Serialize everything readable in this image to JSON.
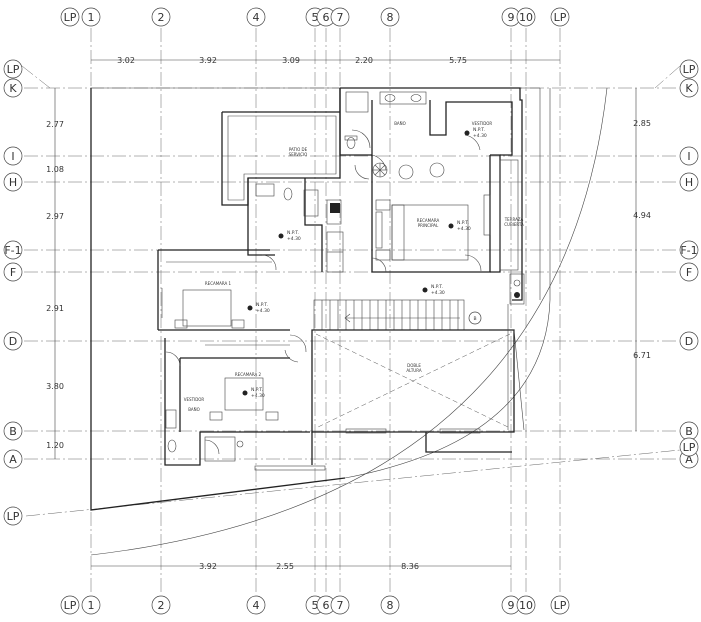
{
  "grid_top": [
    "LP",
    "1",
    "2",
    "4",
    "5",
    "6",
    "7",
    "8",
    "9",
    "10",
    "LP"
  ],
  "grid_bottom": [
    "LP",
    "1",
    "2",
    "4",
    "5",
    "6",
    "7",
    "8",
    "9",
    "10",
    "LP"
  ],
  "grid_left": [
    "LP",
    "K",
    "I",
    "H",
    "F-1",
    "F",
    "D",
    "B",
    "A",
    "LP"
  ],
  "grid_right": [
    "LP",
    "K",
    "I",
    "H",
    "F-1",
    "F",
    "D",
    "B",
    "A",
    "LP"
  ],
  "dims_top": [
    "3.02",
    "3.92",
    "3.09",
    "2.20",
    "5.75"
  ],
  "dims_bottom": [
    "3.92",
    "2.55",
    "8.36"
  ],
  "dims_left": [
    "2.77",
    "1.08",
    "2.97",
    "2.91",
    "3.80",
    "1.20"
  ],
  "dims_right": [
    "2.85",
    "4.94",
    "6.71"
  ],
  "rooms": {
    "patio_servicio": [
      "PATIO DE",
      "SERVICIO"
    ],
    "bano_top": "BAÑO",
    "vestidor_top": "VESTIDOR",
    "recamara_principal": [
      "RECAMARA",
      "PRINCIPAL"
    ],
    "terraza": [
      "TERRAZA",
      "CUBIERTA"
    ],
    "recamara_1": "RECAMARA 1",
    "recamara_2": "RECAMARA 2",
    "doble_altura": [
      "DOBLE",
      "ALTURA"
    ],
    "vestidor_bottom": "VESTIDOR",
    "bano_bottom": "BAÑO",
    "stair_mark": "B"
  },
  "levels": {
    "label": "N.P.T.",
    "value": "+4.30"
  }
}
